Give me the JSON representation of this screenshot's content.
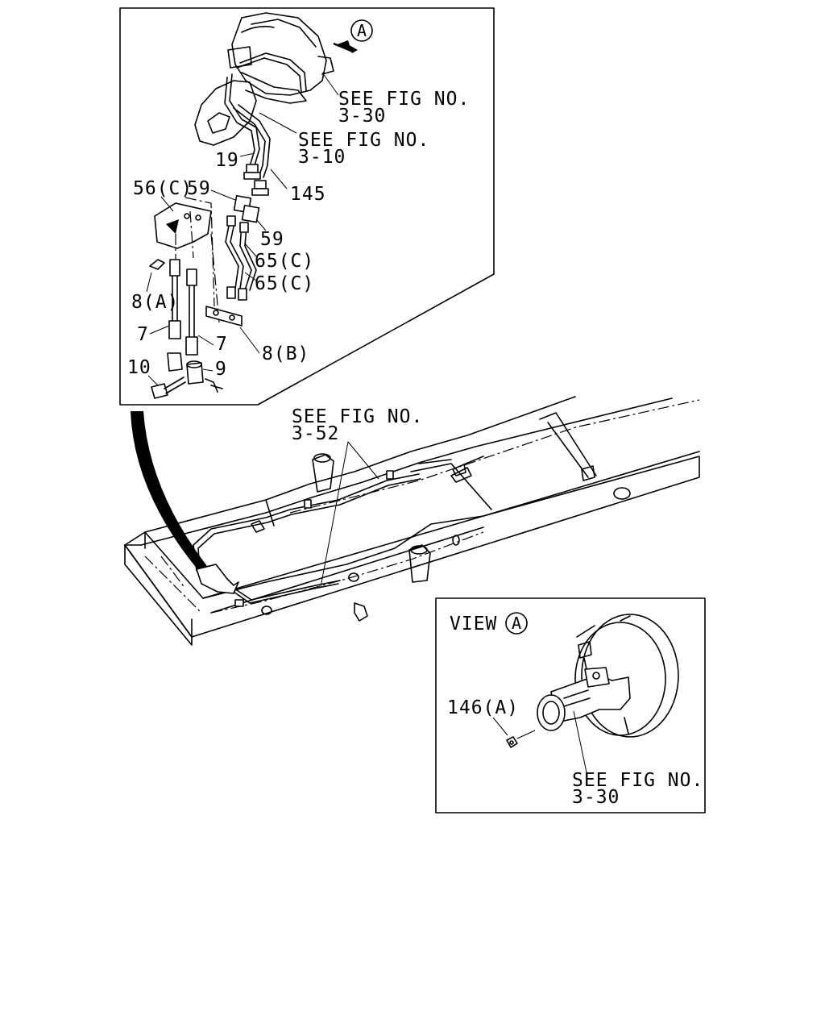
{
  "labels": {
    "view_marker": "A",
    "see_fig_330_a_line1": "SEE FIG NO.",
    "see_fig_330_a_line2": "3-30",
    "see_fig_310_line1": "SEE FIG NO.",
    "see_fig_310_line2": "3-10",
    "part_19": "19",
    "part_145": "145",
    "part_56c": "56(C)",
    "part_59_top": "59",
    "part_59_bottom": "59",
    "part_65c_1": "65(C)",
    "part_65c_2": "65(C)",
    "part_8a": "8(A)",
    "part_7_left": "7",
    "part_7_right": "7",
    "part_8b": "8(B)",
    "part_10": "10",
    "part_9": "9",
    "see_fig_352_line1": "SEE FIG NO.",
    "see_fig_352_line2": "3-52",
    "view_label": "VIEW",
    "view_label_marker": "A",
    "part_146a": "146(A)",
    "see_fig_330_b_line1": "SEE FIG NO.",
    "see_fig_330_b_line2": "3-30"
  }
}
